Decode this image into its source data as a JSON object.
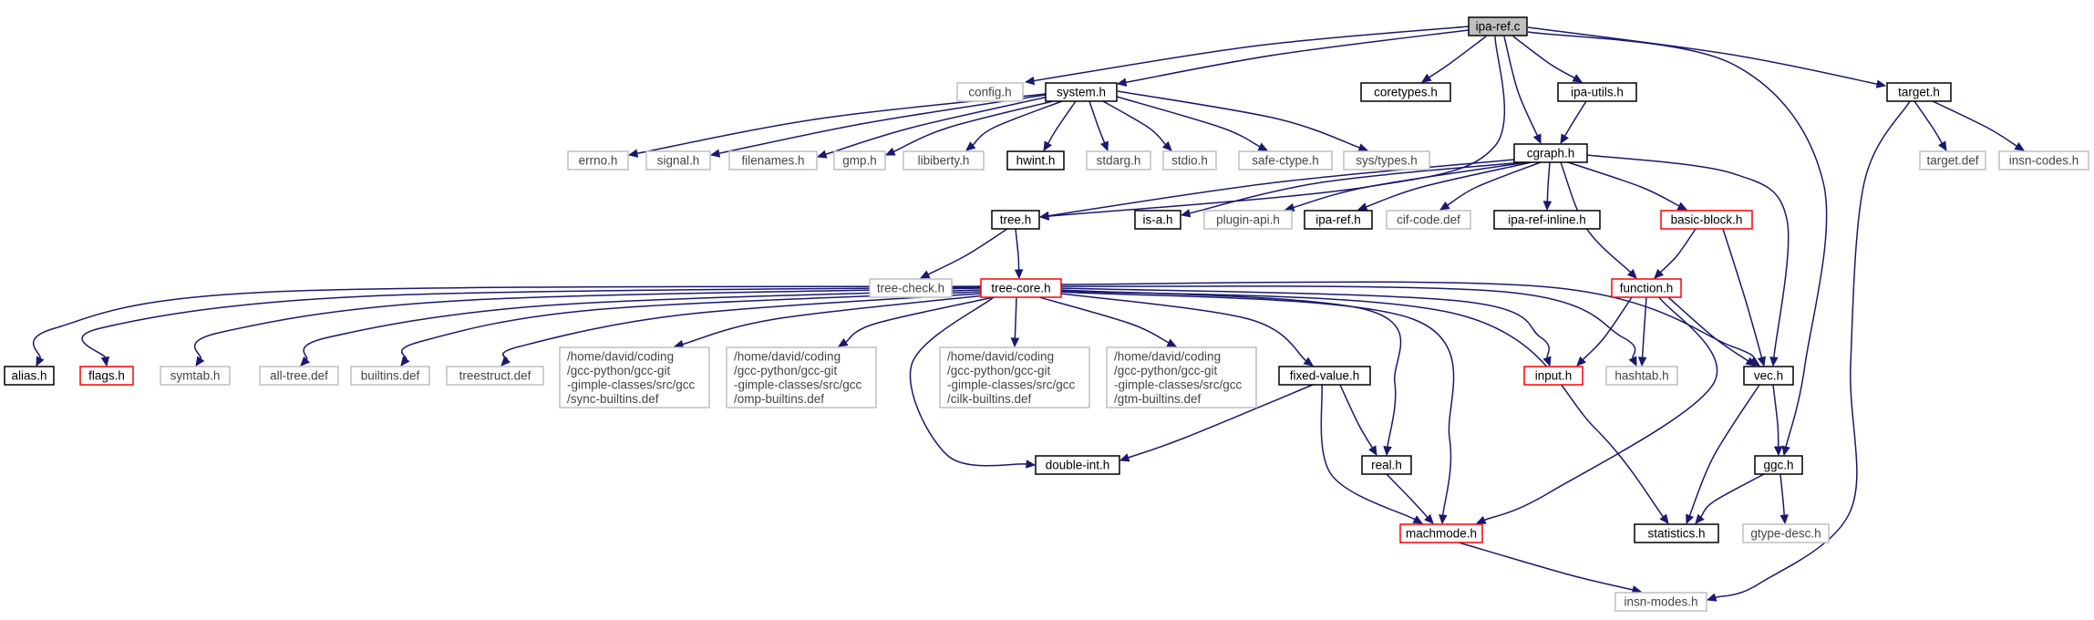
{
  "colors": {
    "edge": "#191970",
    "normal_border": "#000000",
    "external_border": "#bfbfbf",
    "truncated_border": "#ff0000",
    "root_fill": "#bfbfbf",
    "node_fill": "#ffffff",
    "normal_text": "#000000",
    "external_text": "#444444"
  },
  "graph": {
    "nodes": [
      {
        "id": "ipa_ref_c",
        "lines": [
          "ipa-ref.c"
        ],
        "style": "root"
      },
      {
        "id": "config_h",
        "lines": [
          "config.h"
        ],
        "style": "external"
      },
      {
        "id": "system_h",
        "lines": [
          "system.h"
        ],
        "style": "normal"
      },
      {
        "id": "coretypes_h",
        "lines": [
          "coretypes.h"
        ],
        "style": "normal"
      },
      {
        "id": "ipa_utils_h",
        "lines": [
          "ipa-utils.h"
        ],
        "style": "normal"
      },
      {
        "id": "target_h",
        "lines": [
          "target.h"
        ],
        "style": "normal"
      },
      {
        "id": "errno_h",
        "lines": [
          "errno.h"
        ],
        "style": "external"
      },
      {
        "id": "signal_h",
        "lines": [
          "signal.h"
        ],
        "style": "external"
      },
      {
        "id": "filenames_h",
        "lines": [
          "filenames.h"
        ],
        "style": "external"
      },
      {
        "id": "gmp_h",
        "lines": [
          "gmp.h"
        ],
        "style": "external"
      },
      {
        "id": "libiberty_h",
        "lines": [
          "libiberty.h"
        ],
        "style": "external"
      },
      {
        "id": "hwint_h",
        "lines": [
          "hwint.h"
        ],
        "style": "normal"
      },
      {
        "id": "stdarg_h",
        "lines": [
          "stdarg.h"
        ],
        "style": "external"
      },
      {
        "id": "stdio_h",
        "lines": [
          "stdio.h"
        ],
        "style": "external"
      },
      {
        "id": "safe_ctype_h",
        "lines": [
          "safe-ctype.h"
        ],
        "style": "external"
      },
      {
        "id": "sys_types_h",
        "lines": [
          "sys/types.h"
        ],
        "style": "external"
      },
      {
        "id": "cgraph_h",
        "lines": [
          "cgraph.h"
        ],
        "style": "normal"
      },
      {
        "id": "target_def",
        "lines": [
          "target.def"
        ],
        "style": "external"
      },
      {
        "id": "insn_codes_h",
        "lines": [
          "insn-codes.h"
        ],
        "style": "external"
      },
      {
        "id": "tree_h",
        "lines": [
          "tree.h"
        ],
        "style": "normal"
      },
      {
        "id": "is_a_h",
        "lines": [
          "is-a.h"
        ],
        "style": "normal"
      },
      {
        "id": "plugin_api_h",
        "lines": [
          "plugin-api.h"
        ],
        "style": "external"
      },
      {
        "id": "ipa_ref_h",
        "lines": [
          "ipa-ref.h"
        ],
        "style": "normal"
      },
      {
        "id": "cif_code_def",
        "lines": [
          "cif-code.def"
        ],
        "style": "external"
      },
      {
        "id": "ipa_ref_inline_h",
        "lines": [
          "ipa-ref-inline.h"
        ],
        "style": "normal"
      },
      {
        "id": "basic_block_h",
        "lines": [
          "basic-block.h"
        ],
        "style": "truncated"
      },
      {
        "id": "tree_check_h",
        "lines": [
          "tree-check.h"
        ],
        "style": "external"
      },
      {
        "id": "tree_core_h",
        "lines": [
          "tree-core.h"
        ],
        "style": "truncated"
      },
      {
        "id": "function_h",
        "lines": [
          "function.h"
        ],
        "style": "truncated"
      },
      {
        "id": "alias_h",
        "lines": [
          "alias.h"
        ],
        "style": "normal"
      },
      {
        "id": "flags_h",
        "lines": [
          "flags.h"
        ],
        "style": "truncated"
      },
      {
        "id": "symtab_h",
        "lines": [
          "symtab.h"
        ],
        "style": "external"
      },
      {
        "id": "all_tree_def",
        "lines": [
          "all-tree.def"
        ],
        "style": "external"
      },
      {
        "id": "builtins_def",
        "lines": [
          "builtins.def"
        ],
        "style": "external"
      },
      {
        "id": "treestruct_def",
        "lines": [
          "treestruct.def"
        ],
        "style": "external"
      },
      {
        "id": "sync_builtins_def",
        "lines": [
          "/home/david/coding",
          "/gcc-python/gcc-git",
          "-gimple-classes/src/gcc",
          "/sync-builtins.def"
        ],
        "style": "external"
      },
      {
        "id": "omp_builtins_def",
        "lines": [
          "/home/david/coding",
          "/gcc-python/gcc-git",
          "-gimple-classes/src/gcc",
          "/omp-builtins.def"
        ],
        "style": "external"
      },
      {
        "id": "cilk_builtins_def",
        "lines": [
          "/home/david/coding",
          "/gcc-python/gcc-git",
          "-gimple-classes/src/gcc",
          "/cilk-builtins.def"
        ],
        "style": "external"
      },
      {
        "id": "gtm_builtins_def",
        "lines": [
          "/home/david/coding",
          "/gcc-python/gcc-git",
          "-gimple-classes/src/gcc",
          "/gtm-builtins.def"
        ],
        "style": "external"
      },
      {
        "id": "fixed_value_h",
        "lines": [
          "fixed-value.h"
        ],
        "style": "normal"
      },
      {
        "id": "input_h",
        "lines": [
          "input.h"
        ],
        "style": "truncated"
      },
      {
        "id": "hashtab_h",
        "lines": [
          "hashtab.h"
        ],
        "style": "external"
      },
      {
        "id": "vec_h",
        "lines": [
          "vec.h"
        ],
        "style": "normal"
      },
      {
        "id": "double_int_h",
        "lines": [
          "double-int.h"
        ],
        "style": "normal"
      },
      {
        "id": "real_h",
        "lines": [
          "real.h"
        ],
        "style": "normal"
      },
      {
        "id": "ggc_h",
        "lines": [
          "ggc.h"
        ],
        "style": "normal"
      },
      {
        "id": "machmode_h",
        "lines": [
          "machmode.h"
        ],
        "style": "truncated"
      },
      {
        "id": "statistics_h",
        "lines": [
          "statistics.h"
        ],
        "style": "normal"
      },
      {
        "id": "gtype_desc_h",
        "lines": [
          "gtype-desc.h"
        ],
        "style": "external"
      },
      {
        "id": "insn_modes_h",
        "lines": [
          "insn-modes.h"
        ],
        "style": "external"
      }
    ],
    "edges": [
      [
        "ipa_ref_c",
        "config_h"
      ],
      [
        "ipa_ref_c",
        "system_h"
      ],
      [
        "ipa_ref_c",
        "coretypes_h"
      ],
      [
        "ipa_ref_c",
        "ipa_utils_h"
      ],
      [
        "ipa_ref_c",
        "target_h"
      ],
      [
        "ipa_ref_c",
        "tree_h"
      ],
      [
        "ipa_ref_c",
        "cgraph_h"
      ],
      [
        "ipa_ref_c",
        "ggc_h"
      ],
      [
        "system_h",
        "errno_h"
      ],
      [
        "system_h",
        "signal_h"
      ],
      [
        "system_h",
        "filenames_h"
      ],
      [
        "system_h",
        "gmp_h"
      ],
      [
        "system_h",
        "libiberty_h"
      ],
      [
        "system_h",
        "hwint_h"
      ],
      [
        "system_h",
        "stdarg_h"
      ],
      [
        "system_h",
        "stdio_h"
      ],
      [
        "system_h",
        "safe_ctype_h"
      ],
      [
        "system_h",
        "sys_types_h"
      ],
      [
        "ipa_utils_h",
        "cgraph_h"
      ],
      [
        "target_h",
        "target_def"
      ],
      [
        "target_h",
        "insn_codes_h"
      ],
      [
        "target_h",
        "insn_modes_h"
      ],
      [
        "cgraph_h",
        "tree_h"
      ],
      [
        "cgraph_h",
        "is_a_h"
      ],
      [
        "cgraph_h",
        "plugin_api_h"
      ],
      [
        "cgraph_h",
        "ipa_ref_h"
      ],
      [
        "cgraph_h",
        "cif_code_def"
      ],
      [
        "cgraph_h",
        "ipa_ref_inline_h"
      ],
      [
        "cgraph_h",
        "basic_block_h"
      ],
      [
        "cgraph_h",
        "function_h"
      ],
      [
        "cgraph_h",
        "vec_h"
      ],
      [
        "tree_h",
        "tree_check_h"
      ],
      [
        "tree_h",
        "tree_core_h"
      ],
      [
        "basic_block_h",
        "function_h"
      ],
      [
        "basic_block_h",
        "vec_h"
      ],
      [
        "tree_core_h",
        "alias_h"
      ],
      [
        "tree_core_h",
        "flags_h"
      ],
      [
        "tree_core_h",
        "symtab_h"
      ],
      [
        "tree_core_h",
        "all_tree_def"
      ],
      [
        "tree_core_h",
        "builtins_def"
      ],
      [
        "tree_core_h",
        "treestruct_def"
      ],
      [
        "tree_core_h",
        "sync_builtins_def"
      ],
      [
        "tree_core_h",
        "omp_builtins_def"
      ],
      [
        "tree_core_h",
        "cilk_builtins_def"
      ],
      [
        "tree_core_h",
        "gtm_builtins_def"
      ],
      [
        "tree_core_h",
        "fixed_value_h"
      ],
      [
        "tree_core_h",
        "input_h"
      ],
      [
        "tree_core_h",
        "hashtab_h"
      ],
      [
        "tree_core_h",
        "vec_h"
      ],
      [
        "tree_core_h",
        "double_int_h"
      ],
      [
        "tree_core_h",
        "real_h"
      ],
      [
        "tree_core_h",
        "machmode_h"
      ],
      [
        "tree_core_h",
        "statistics_h"
      ],
      [
        "function_h",
        "input_h"
      ],
      [
        "function_h",
        "hashtab_h"
      ],
      [
        "function_h",
        "vec_h"
      ],
      [
        "function_h",
        "machmode_h"
      ],
      [
        "fixed_value_h",
        "double_int_h"
      ],
      [
        "fixed_value_h",
        "real_h"
      ],
      [
        "fixed_value_h",
        "machmode_h"
      ],
      [
        "real_h",
        "machmode_h"
      ],
      [
        "vec_h",
        "statistics_h"
      ],
      [
        "vec_h",
        "ggc_h"
      ],
      [
        "ggc_h",
        "statistics_h"
      ],
      [
        "ggc_h",
        "gtype_desc_h"
      ],
      [
        "machmode_h",
        "insn_modes_h"
      ]
    ]
  }
}
